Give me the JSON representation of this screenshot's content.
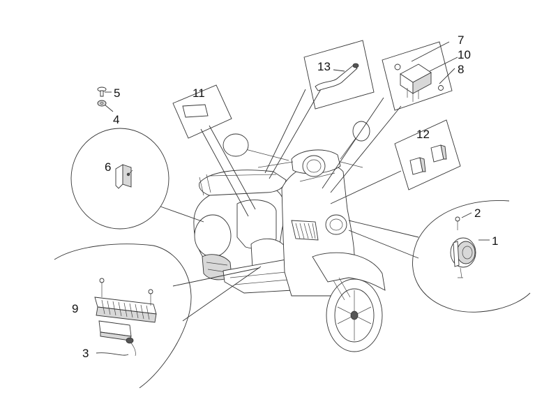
{
  "labels": [
    {
      "key": "l1",
      "text": "1"
    },
    {
      "key": "l2",
      "text": "2"
    },
    {
      "key": "l3",
      "text": "3"
    },
    {
      "key": "l4",
      "text": "4"
    },
    {
      "key": "l5",
      "text": "5"
    },
    {
      "key": "l6",
      "text": "6"
    },
    {
      "key": "l7",
      "text": "7"
    },
    {
      "key": "l8",
      "text": "8"
    },
    {
      "key": "l9",
      "text": "9"
    },
    {
      "key": "l10",
      "text": "10"
    },
    {
      "key": "l11",
      "text": "11"
    },
    {
      "key": "l12",
      "text": "12"
    },
    {
      "key": "l13",
      "text": "13"
    }
  ],
  "colors": {
    "line": "#333333",
    "background": "#ffffff"
  }
}
